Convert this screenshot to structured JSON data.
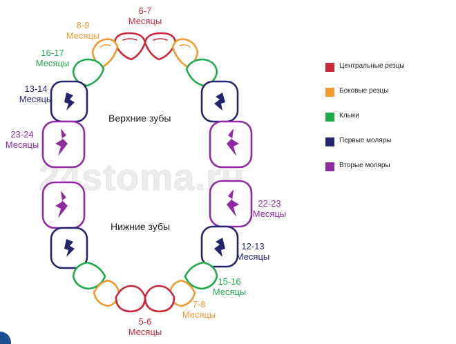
{
  "colors": {
    "central": "#c8283a",
    "lateral": "#f29a2e",
    "canine": "#1faa4a",
    "first_molar": "#24256e",
    "second_molar": "#8e2ba0"
  },
  "watermark": "24stoma.ru",
  "jaws": {
    "upper": "Верхние зубы",
    "lower": "Нижние зубы"
  },
  "labels": {
    "upper_central": {
      "age": "6-7",
      "unit": "Месяцы"
    },
    "upper_lateral": {
      "age": "8-9",
      "unit": "Месяцы"
    },
    "upper_canine": {
      "age": "16-17",
      "unit": "Месяцы"
    },
    "upper_first_molar": {
      "age": "13-14",
      "unit": "Месяцы"
    },
    "upper_second_molar": {
      "age": "23-24",
      "unit": "Месяцы"
    },
    "lower_second_molar": {
      "age": "22-23",
      "unit": "Месяцы"
    },
    "lower_first_molar": {
      "age": "12-13",
      "unit": "Месяцы"
    },
    "lower_canine": {
      "age": "15-16",
      "unit": "Месяцы"
    },
    "lower_lateral": {
      "age": "7-8",
      "unit": "Месяцы"
    },
    "lower_central": {
      "age": "5-6",
      "unit": "Месяцы"
    }
  },
  "legend": [
    {
      "key": "central",
      "text": "Центральные резцы"
    },
    {
      "key": "lateral",
      "text": "Боковые резцы"
    },
    {
      "key": "canine",
      "text": "Клыки"
    },
    {
      "key": "first_molar",
      "text": "Первые моляры"
    },
    {
      "key": "second_molar",
      "text": "Вторые моляры"
    }
  ]
}
